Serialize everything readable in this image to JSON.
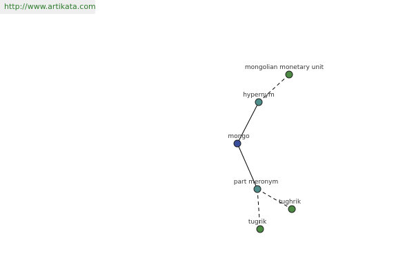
{
  "source_link": "http://www.artikata.com",
  "colors": {
    "center_node": "#3a4d9a",
    "relation_node": "#4f8e8a",
    "term_node": "#4c8a43",
    "edge": "#000000",
    "node_stroke": "#222222"
  },
  "nodes": [
    {
      "id": "mongo",
      "label": "mongo",
      "kind": "center"
    },
    {
      "id": "hypernym",
      "label": "hypernym",
      "kind": "relation"
    },
    {
      "id": "mongolian-monetary-unit",
      "label": "mongolian monetary unit",
      "kind": "term"
    },
    {
      "id": "part-meronym",
      "label": "part meronym",
      "kind": "relation"
    },
    {
      "id": "tughrik",
      "label": "tughrik",
      "kind": "term"
    },
    {
      "id": "tugrik",
      "label": "tugrik",
      "kind": "term"
    }
  ],
  "edges": [
    {
      "from": "mongo",
      "to": "hypernym",
      "style": "solid"
    },
    {
      "from": "hypernym",
      "to": "mongolian-monetary-unit",
      "style": "dashed"
    },
    {
      "from": "mongo",
      "to": "part-meronym",
      "style": "solid"
    },
    {
      "from": "part-meronym",
      "to": "tughrik",
      "style": "dashed"
    },
    {
      "from": "part-meronym",
      "to": "tugrik",
      "style": "dashed"
    }
  ]
}
